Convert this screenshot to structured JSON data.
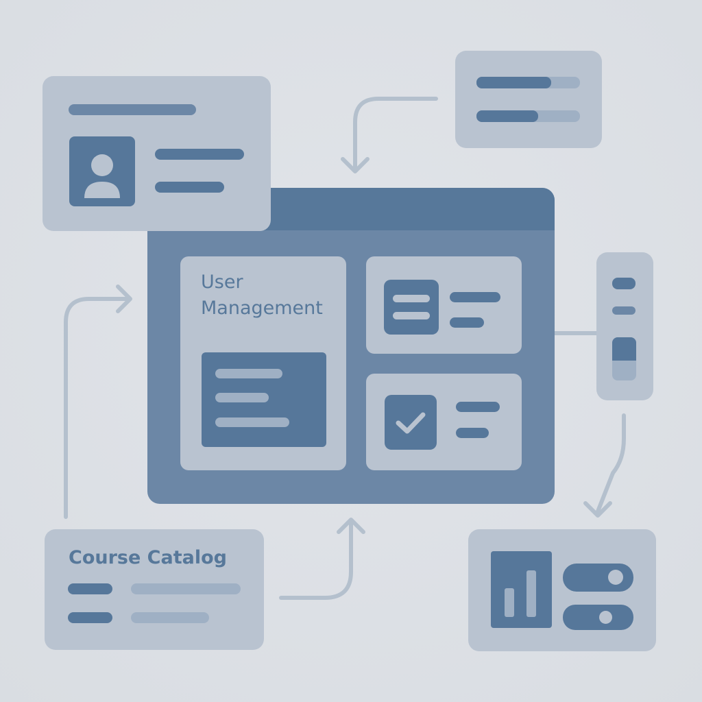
{
  "main_window": {
    "panel_title_line1": "User",
    "panel_title_line2": "Management"
  },
  "course_catalog": {
    "title": "Course Catalog"
  },
  "icons": [
    "user-avatar-icon",
    "list-icon",
    "checkbox-check-icon",
    "bar-chart-icon",
    "toggle-switch-icon",
    "arrow-icon"
  ],
  "colors": {
    "background": "#dde0e5",
    "card_light": "#b9c3d0",
    "card_lighter": "#c0c8d3",
    "window_frame": "#6c87a6",
    "window_titlebar": "#57789a",
    "accent_dark": "#56779a",
    "line_light": "#9fb0c4",
    "connector": "#b4c0cd",
    "title_text": "#57789a"
  }
}
